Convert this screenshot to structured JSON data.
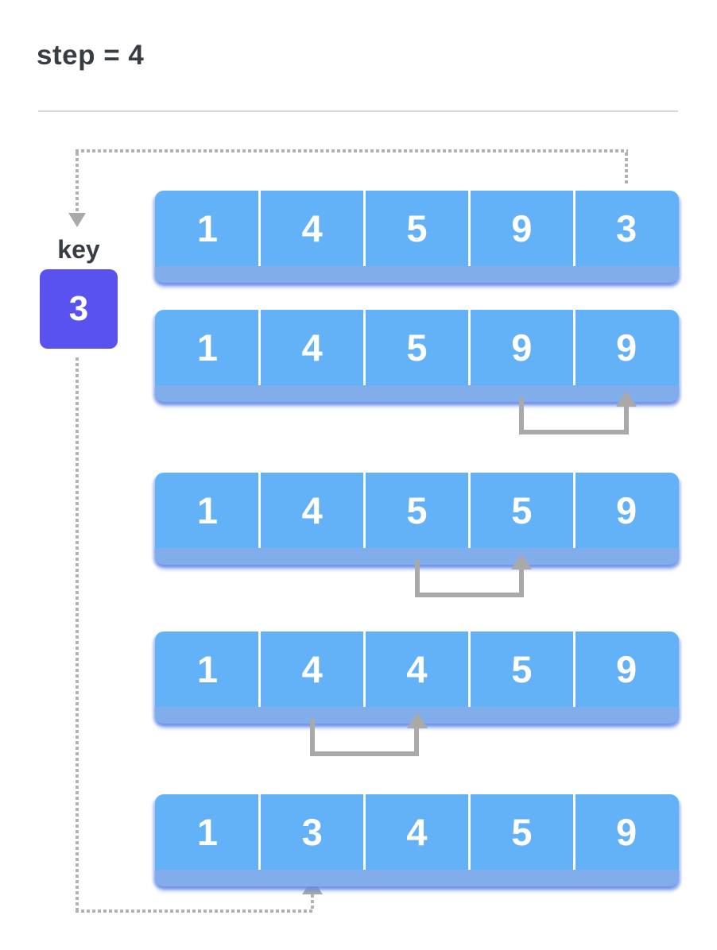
{
  "title": "step = 4",
  "key": {
    "label": "key",
    "value": "3"
  },
  "key_source": {
    "row": 0,
    "cell_index": 4
  },
  "rows": [
    {
      "values": [
        "1",
        "4",
        "5",
        "9",
        "3"
      ]
    },
    {
      "values": [
        "1",
        "4",
        "5",
        "9",
        "9"
      ],
      "shift": {
        "from_index": 3,
        "to_index": 4
      }
    },
    {
      "values": [
        "1",
        "4",
        "5",
        "5",
        "9"
      ],
      "shift": {
        "from_index": 2,
        "to_index": 3
      }
    },
    {
      "values": [
        "1",
        "4",
        "4",
        "5",
        "9"
      ],
      "shift": {
        "from_index": 1,
        "to_index": 2
      }
    },
    {
      "values": [
        "1",
        "3",
        "4",
        "5",
        "9"
      ],
      "insert": {
        "at_index": 1
      }
    }
  ],
  "colors": {
    "array_blue": "#63b1f6",
    "array_base_strip": "#81aeea",
    "key_purple": "#5a52ee",
    "arrow_gray": "#a9a9a9",
    "dotted_gray": "#b2b2b2",
    "text_dark": "#383d44",
    "rule_gray": "#d6d6d6",
    "cell_text": "#ffffff"
  }
}
